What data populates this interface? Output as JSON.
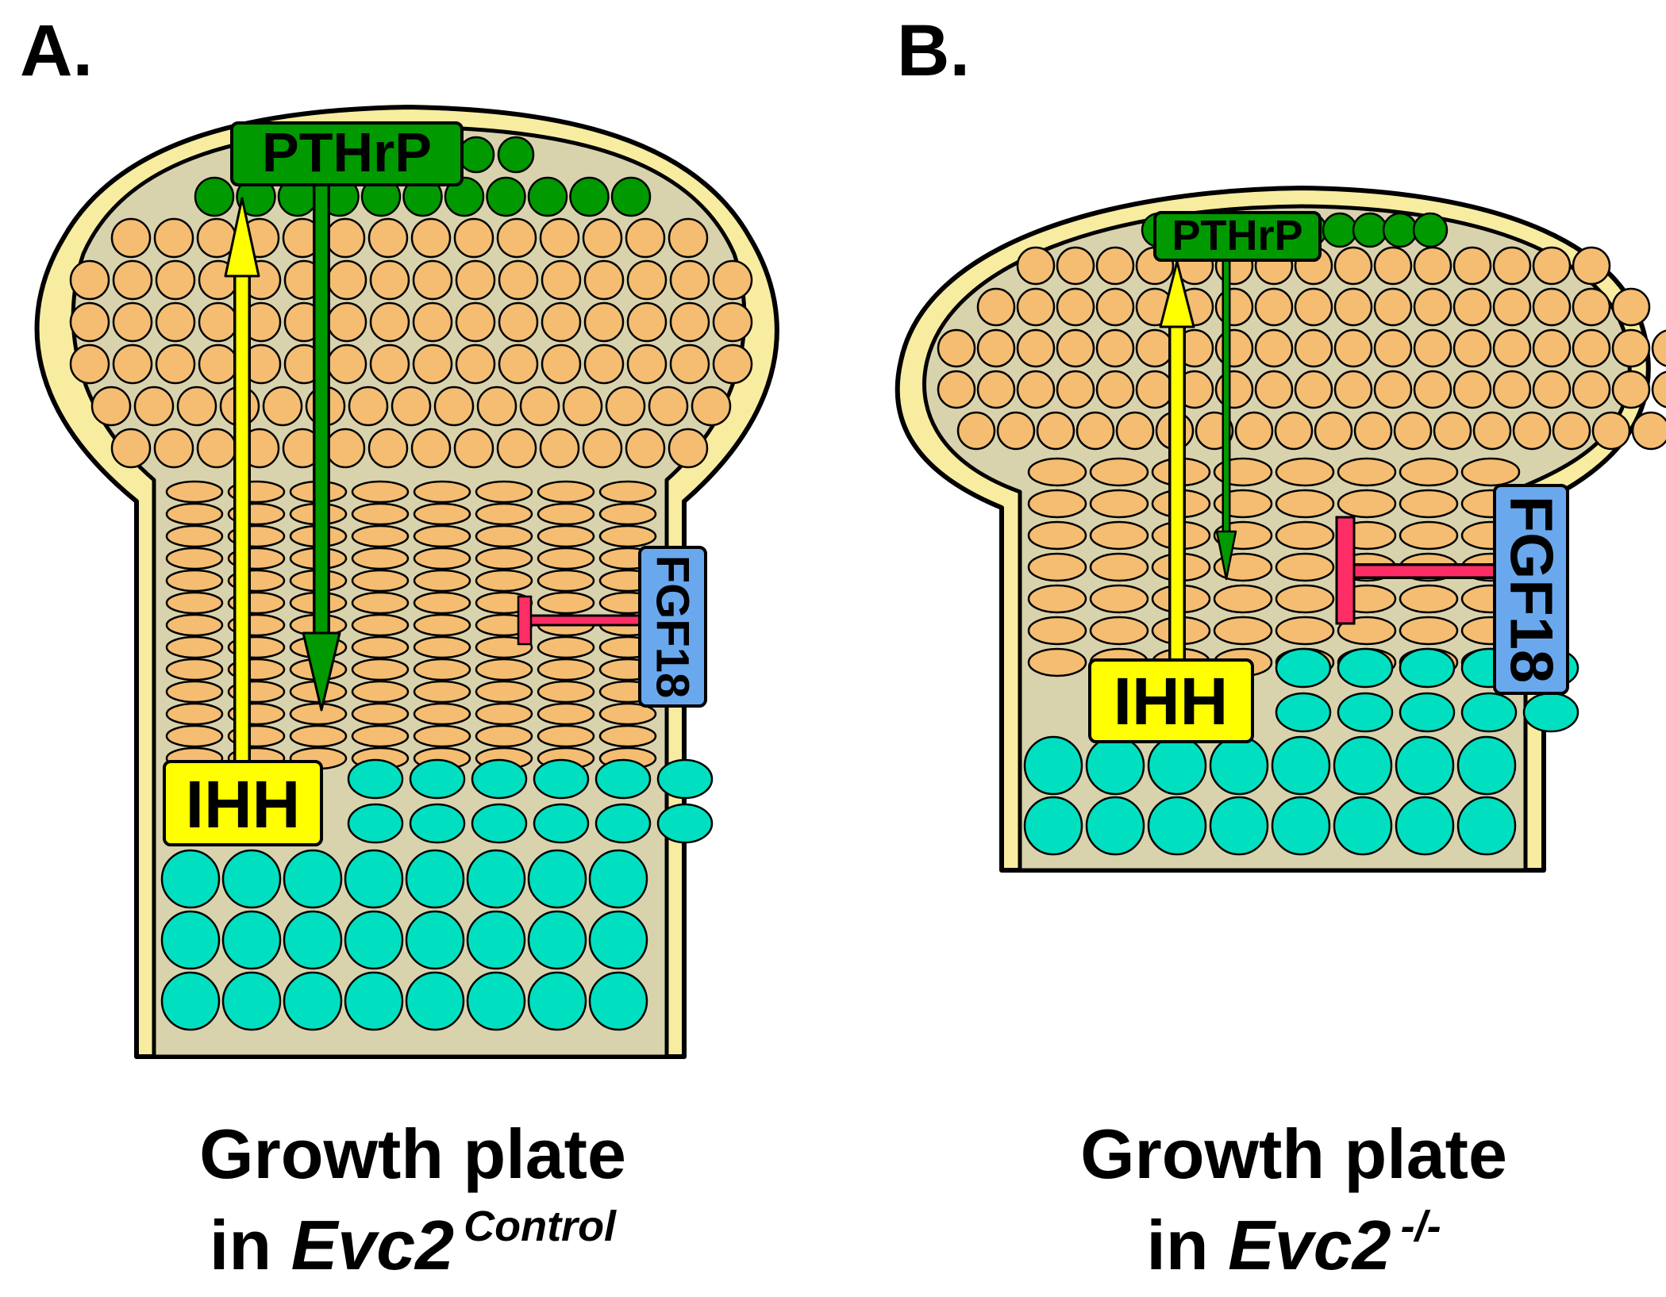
{
  "panels": [
    {
      "id": "A",
      "letter": "A.",
      "signal_top": "PTHrP",
      "signal_bottom": "IHH",
      "signal_side": "FGF18",
      "caption_line1": "Growth plate",
      "caption_prefix": "in ",
      "caption_gene": "Evc2",
      "caption_superscript": "Control"
    },
    {
      "id": "B",
      "letter": "B.",
      "signal_top": "PTHrP",
      "signal_bottom": "IHH",
      "signal_side": "FGF18",
      "caption_line1": "Growth plate",
      "caption_prefix": "in ",
      "caption_gene": "Evc2",
      "caption_superscript": "-/-"
    }
  ],
  "colors": {
    "tissue": "#d8d3ad",
    "perichondrium": "#f8eca0",
    "outline": "#000000",
    "resting_cells": "#009900",
    "proliferating_cells": "#f4bd72",
    "hypertrophic_cells": "#00e0c0",
    "pthrp": "#009900",
    "ihh": "#ffff00",
    "fgf18": "#6aa8ee",
    "inhibition": "#ff2d66"
  }
}
